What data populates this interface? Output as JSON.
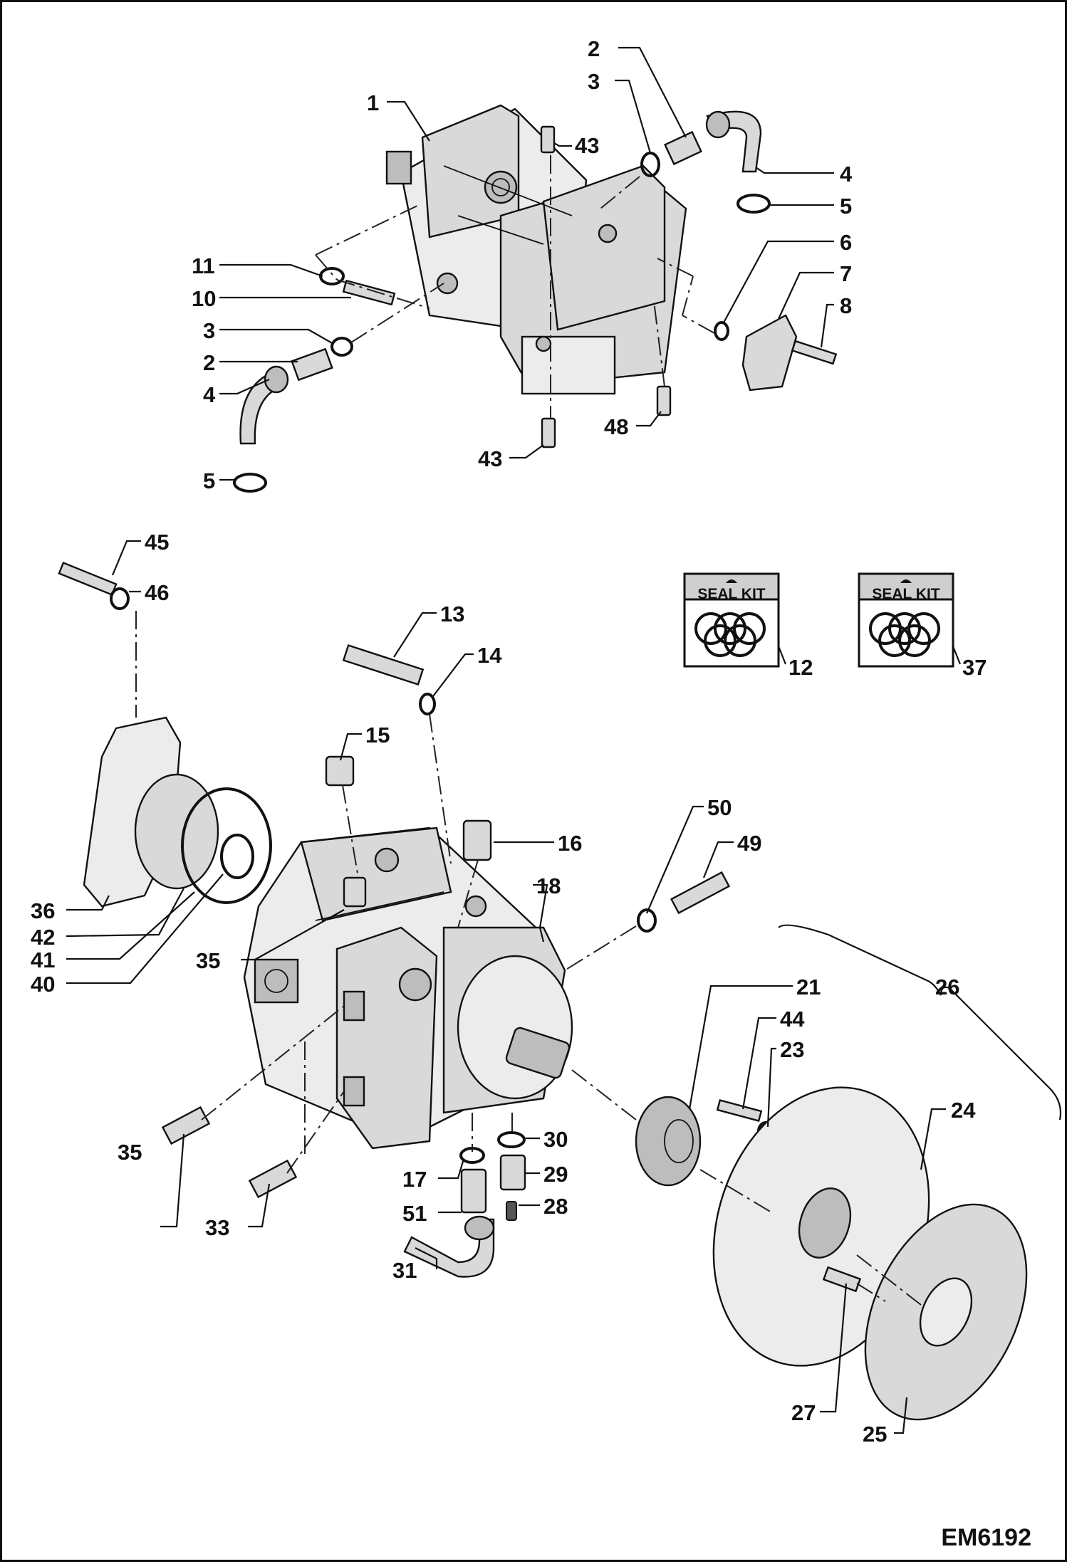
{
  "drawing_code": "EM6192",
  "seal_kits": [
    {
      "title": "SEAL KIT",
      "ref": "12"
    },
    {
      "title": "SEAL KIT",
      "ref": "37"
    }
  ],
  "callouts": [
    "1",
    "2",
    "3",
    "43",
    "4",
    "5",
    "6",
    "7",
    "8",
    "11",
    "10",
    "3",
    "2",
    "4",
    "5",
    "48",
    "43",
    "45",
    "46",
    "13",
    "14",
    "15",
    "16",
    "50",
    "49",
    "18",
    "36",
    "42",
    "41",
    "40",
    "35",
    "21",
    "26",
    "44",
    "23",
    "24",
    "30",
    "29",
    "17",
    "28",
    "51",
    "35",
    "33",
    "31",
    "27",
    "25"
  ]
}
